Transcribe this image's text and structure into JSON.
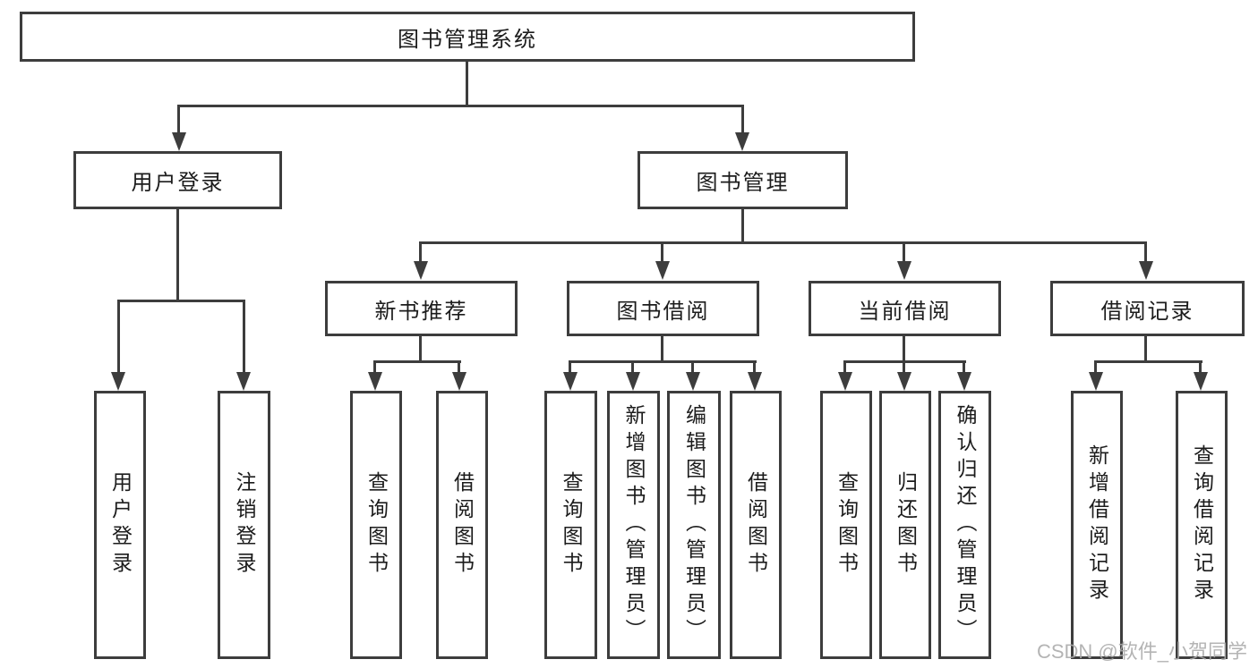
{
  "diagram_title": "图书管理系统",
  "tree": {
    "root": {
      "label": "图书管理系统"
    },
    "branches": [
      {
        "label": "用户登录",
        "children": [
          {
            "label": "用户登录"
          },
          {
            "label": "注销登录"
          }
        ]
      },
      {
        "label": "图书管理",
        "children": [
          {
            "label": "新书推荐",
            "children": [
              {
                "label": "查询图书"
              },
              {
                "label": "借阅图书"
              }
            ]
          },
          {
            "label": "图书借阅",
            "children": [
              {
                "label": "查询图书"
              },
              {
                "label": "新增图书（管理员）"
              },
              {
                "label": "编辑图书（管理员）"
              },
              {
                "label": "借阅图书"
              }
            ]
          },
          {
            "label": "当前借阅",
            "children": [
              {
                "label": "查询图书"
              },
              {
                "label": "归还图书"
              },
              {
                "label": "确认归还（管理员）"
              }
            ]
          },
          {
            "label": "借阅记录",
            "children": [
              {
                "label": "新增借阅记录"
              },
              {
                "label": "查询借阅记录"
              }
            ]
          }
        ]
      }
    ]
  },
  "watermark": {
    "text": "CSDN @软件_小贺同学"
  },
  "colors": {
    "line": "#3d3d3d",
    "text": "#1c1c1c",
    "watermark": "#aaaaaa",
    "background": "#ffffff"
  }
}
